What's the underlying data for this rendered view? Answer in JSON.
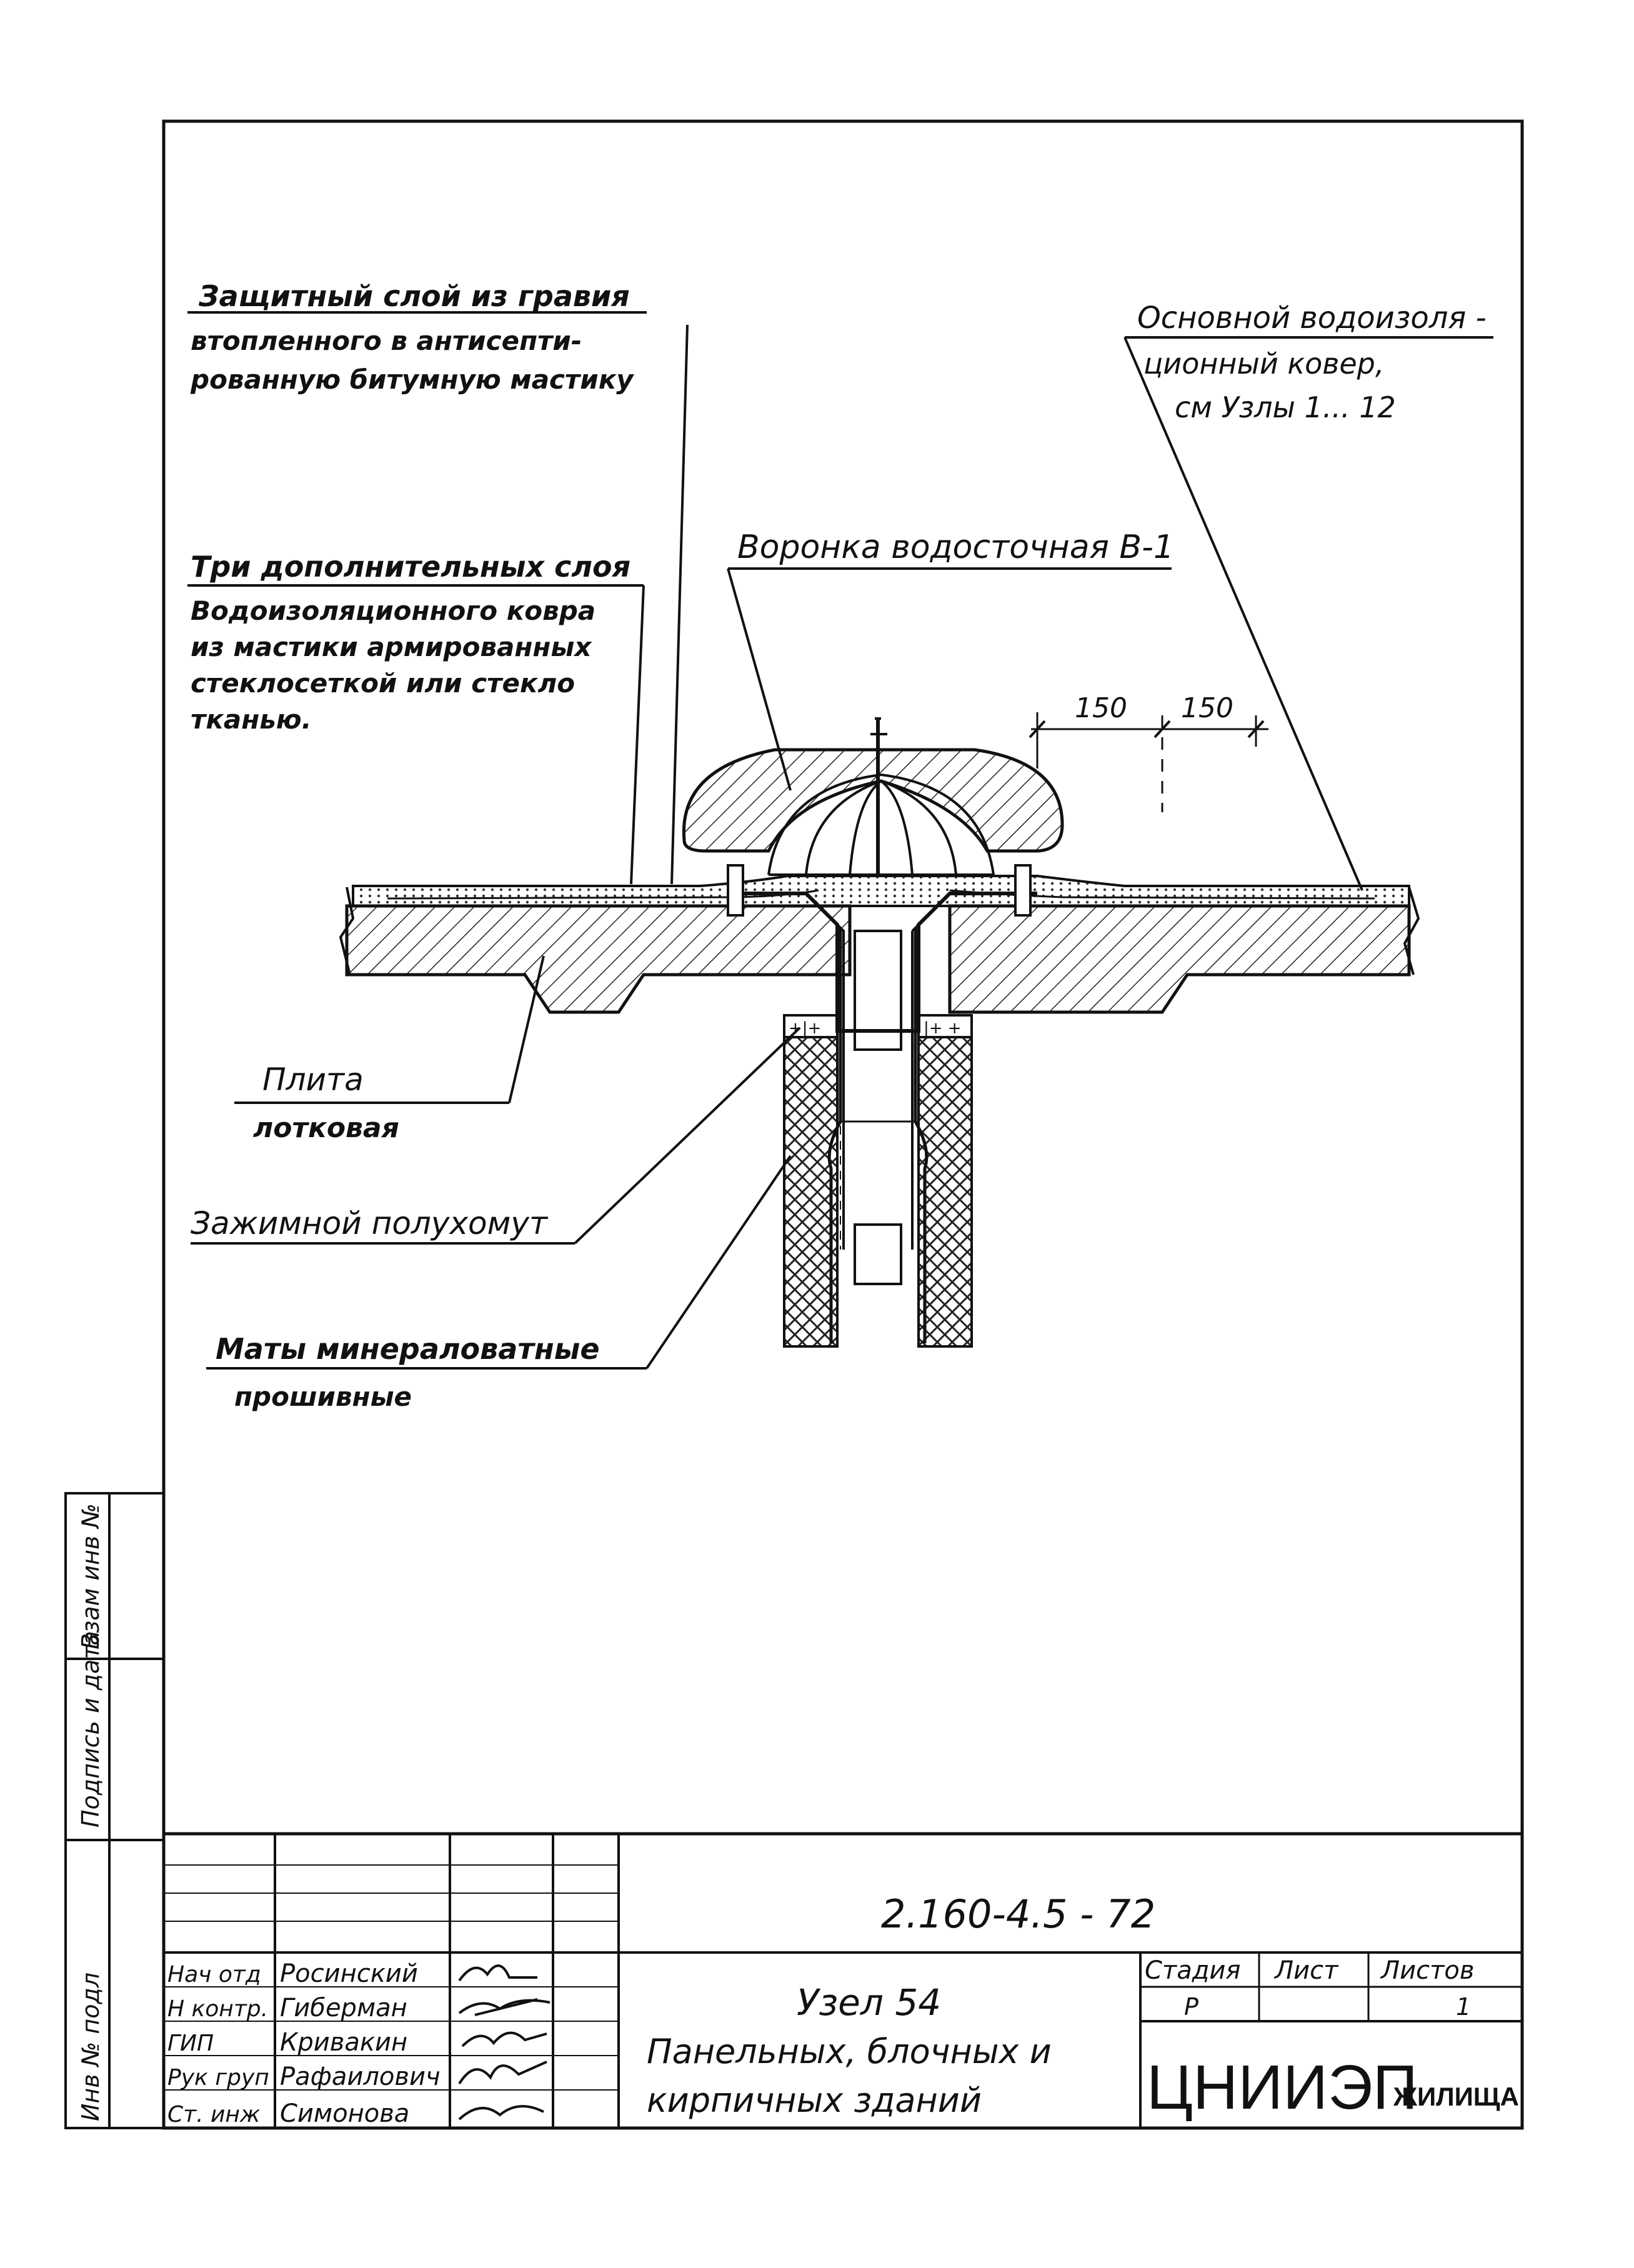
{
  "callouts": {
    "protective_layer": [
      "Защитный слой из гравия",
      "втопленного в антисепти-",
      "рованную битумную мастику"
    ],
    "main_carpet": [
      "Основной водоизоля -",
      "ционный ковер,",
      "см Узлы 1... 12"
    ],
    "additional_layers": [
      "Три дополнительных слоя",
      "Водоизоляционного ковра",
      "из мастики армированных",
      "стеклосеткой или стекло",
      "тканью."
    ],
    "funnel": "Воронка водосточная В-1",
    "tray_slab": [
      "Плита",
      "лотковая"
    ],
    "clamp": "Зажимной полухомут",
    "mats": [
      "Маты минераловатные",
      "прошивные"
    ]
  },
  "dimensions": {
    "left": "150",
    "right": "150"
  },
  "side_stamp": {
    "col1": "Инв № подл",
    "col2": "Подпись и дата",
    "col3": "Взам инв №"
  },
  "title_block": {
    "doc_code": "2.160-4.5  - 72",
    "roles": [
      "Нач отд",
      "Н контр.",
      "ГИП",
      "Рук груп",
      "Ст. инж"
    ],
    "names": [
      "Росинский",
      "Гиберман",
      "Кривакин",
      "Рафаилович",
      "Симонова"
    ],
    "title_line1": "Узел   54",
    "title_line2": "Панельных, блочных и",
    "title_line3": "кирпичных  зданий",
    "stage_header": "Стадия",
    "sheet_header": "Лист",
    "sheets_header": "Листов",
    "stage_value": "Р",
    "sheet_value": "",
    "sheets_value": "1",
    "org_logo": "ЦНИИЭП",
    "org_suffix": "ЖИЛИЩА"
  }
}
